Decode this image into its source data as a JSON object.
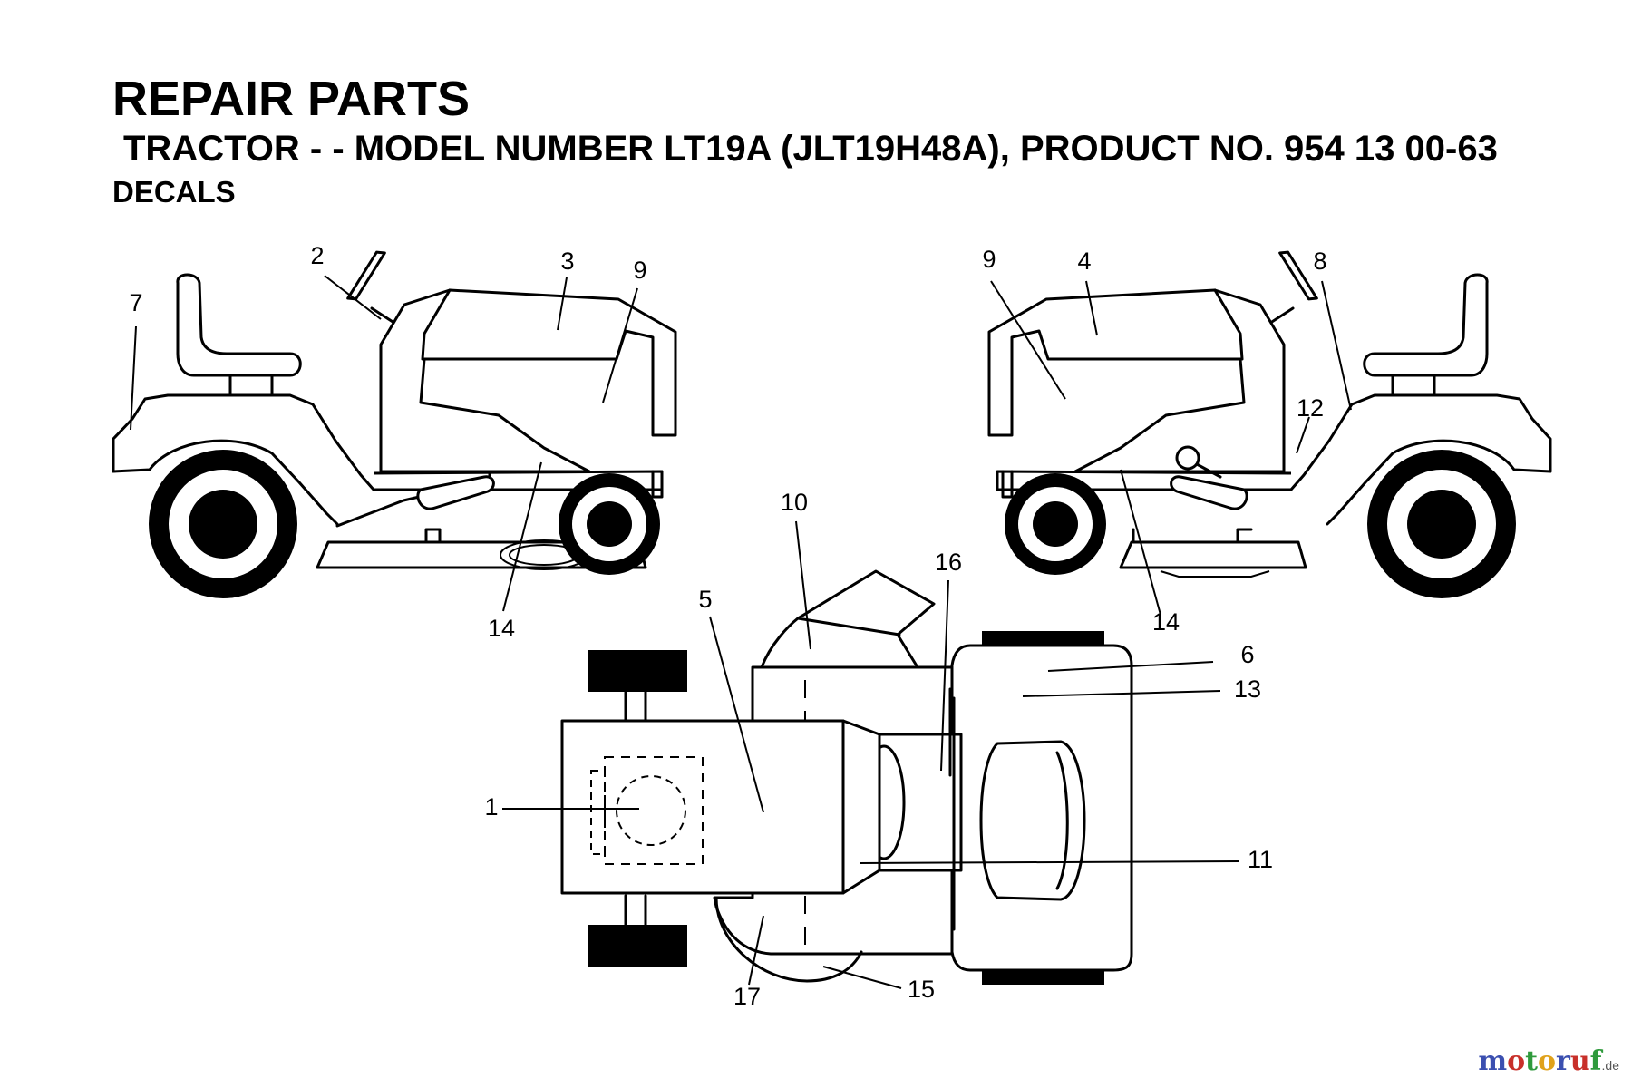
{
  "header": {
    "title": "REPAIR PARTS",
    "subtitle": "TRACTOR - - MODEL NUMBER LT19A (JLT19H48A), PRODUCT NO. 954 13 00-63",
    "section": "DECALS"
  },
  "callouts": [
    {
      "id": "c1",
      "label": "1"
    },
    {
      "id": "c2",
      "label": "2"
    },
    {
      "id": "c3",
      "label": "3"
    },
    {
      "id": "c4",
      "label": "4"
    },
    {
      "id": "c5",
      "label": "5"
    },
    {
      "id": "c6",
      "label": "6"
    },
    {
      "id": "c7",
      "label": "7"
    },
    {
      "id": "c8",
      "label": "8"
    },
    {
      "id": "c9a",
      "label": "9"
    },
    {
      "id": "c9b",
      "label": "9"
    },
    {
      "id": "c10",
      "label": "10"
    },
    {
      "id": "c11",
      "label": "11"
    },
    {
      "id": "c12",
      "label": "12"
    },
    {
      "id": "c13",
      "label": "13"
    },
    {
      "id": "c14a",
      "label": "14"
    },
    {
      "id": "c14b",
      "label": "14"
    },
    {
      "id": "c15",
      "label": "15"
    },
    {
      "id": "c16",
      "label": "16"
    },
    {
      "id": "c17",
      "label": "17"
    }
  ],
  "watermark": {
    "letters": [
      "m",
      "o",
      "t",
      "o",
      "r",
      "u",
      "f"
    ],
    "colors": [
      "#3b4fb0",
      "#c8302a",
      "#2f9a3c",
      "#e0a21b",
      "#3b4fb0",
      "#c8302a",
      "#2f9a3c"
    ],
    "tld": ".de"
  }
}
